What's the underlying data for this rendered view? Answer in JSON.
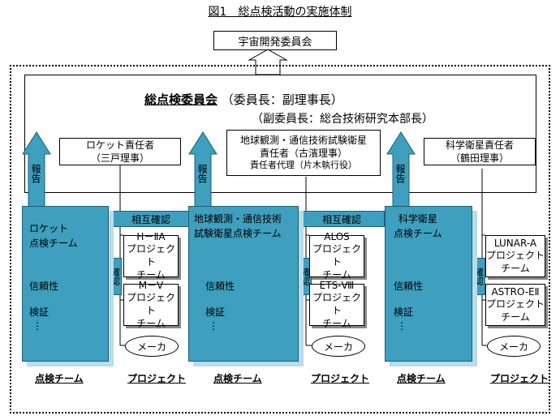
{
  "title": "図1　総点検活動の実施体制",
  "top_box": "宇宙開発委員会",
  "committee": {
    "name": "総点検委員会",
    "chair": "（委員長：副理事長）",
    "vice": "（副委員長：総合技術研究本部長）"
  },
  "report_label": "報告",
  "mutual_label": "相互確認",
  "confirm_label": "確認",
  "maker_label": "メーカ",
  "footer_team": "点検チーム",
  "footer_project": "プロジェクト",
  "columns": [
    {
      "resp_lines": [
        "ロケット責任者",
        "（三戸理事）"
      ],
      "team_lines": [
        "ロケット",
        "点検チーム"
      ],
      "items": [
        "信頼性",
        "検証",
        "⋮"
      ],
      "projects": [
        [
          "H－ⅡA",
          "プロジェクト",
          "チーム"
        ],
        [
          "M－Ⅴ",
          "プロジェクト",
          "チーム"
        ]
      ]
    },
    {
      "resp_lines": [
        "地球観測・通信技術試験衛星",
        "責任者（古濱理事）",
        "責任者代理（片木執行役）"
      ],
      "team_lines": [
        "地球観測・通信技術",
        "試験衛星点検チーム"
      ],
      "items": [
        "信頼性",
        "検証",
        "⋮"
      ],
      "projects": [
        [
          "ALOS",
          "プロジェクト",
          "チーム"
        ],
        [
          "ETS-Ⅷ",
          "プロジェクト",
          "チーム"
        ]
      ]
    },
    {
      "resp_lines": [
        "科学衛星責任者",
        "（鶴田理事）"
      ],
      "team_lines": [
        "科学衛星",
        "点検チーム"
      ],
      "items": [
        "信頼性",
        "検証",
        "⋮"
      ],
      "projects": [
        [
          "LUNAR-A",
          "プロジェクト",
          "チーム"
        ],
        [
          "ASTRO-EⅡ",
          "プロジェクト",
          "チーム"
        ]
      ]
    }
  ],
  "colors": {
    "team_fill": "#3e9fbf",
    "team_shadow": "#b8dcea"
  }
}
